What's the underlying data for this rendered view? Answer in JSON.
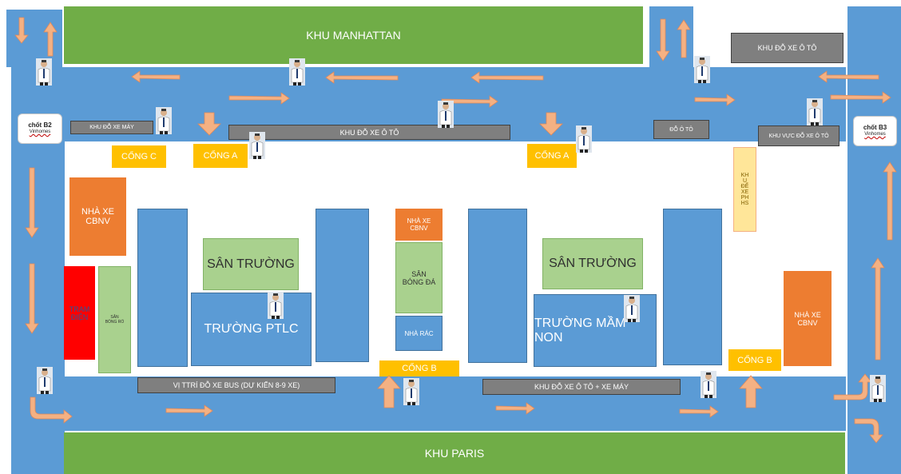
{
  "zones": {
    "manhattan": "KHU MANHATTAN",
    "paris": "KHU PARIS"
  },
  "posts": {
    "b2": {
      "title": "chốt B2",
      "brand": "Vinhomes"
    },
    "b3": {
      "title": "chốt B3",
      "brand": "Vinhomes"
    }
  },
  "parking": {
    "car_top_right": "KHU ĐỖ XE Ô TÔ",
    "motorbike_top": "KHU ĐỖ XE MÁY",
    "car_top_center": "KHU ĐỖ XE Ô TÔ",
    "car_small": "ĐỖ Ô TÔ",
    "car_area_right": "KHU VỰC ĐỖ XE Ô TÔ",
    "bus": "VỊ TTRÍ ĐỖ XE BUS (DỰ KIẾN 8-9 XE)",
    "car_moto_bottom": "KHU ĐỖ XE Ô TÔ + XE MÁY",
    "parent_bike": [
      "KH",
      "U",
      "ĐỂ",
      "XE",
      "PH",
      "HS"
    ]
  },
  "gates": {
    "c": "CỔNG C",
    "a1": "CỔNG A",
    "a2": "CỔNG A",
    "b1": "CỔNG B",
    "b2": "CỔNG B"
  },
  "facilities": {
    "garage_left_1": "NHÀ XE",
    "garage_left_2": "CBNV",
    "garage_center_1": "NHÀ XE",
    "garage_center_2": "CBNV",
    "garage_right_1": "NHÀ XE",
    "garage_right_2": "CBNV",
    "power_1": "TRẠM",
    "power_2": "ĐIỆN",
    "basketball_1": "SÂN",
    "basketball_2": "BÓNG RỔ",
    "football_1": "SÂN",
    "football_2": "BÓNG ĐÁ",
    "trash": "NHÀ RÁC",
    "yard_left": "SÂN TRƯỜNG",
    "yard_right": "SÂN TRƯỜNG",
    "school_left": "TRƯỜNG PTLC",
    "school_right": "TRƯỜNG MẦM NON"
  },
  "colors": {
    "road": "#5b9bd5",
    "zone": "#70ad47",
    "gate": "#ffc000",
    "garage": "#ed7d31",
    "arrow": "#f4b183",
    "power": "#ff0000"
  }
}
